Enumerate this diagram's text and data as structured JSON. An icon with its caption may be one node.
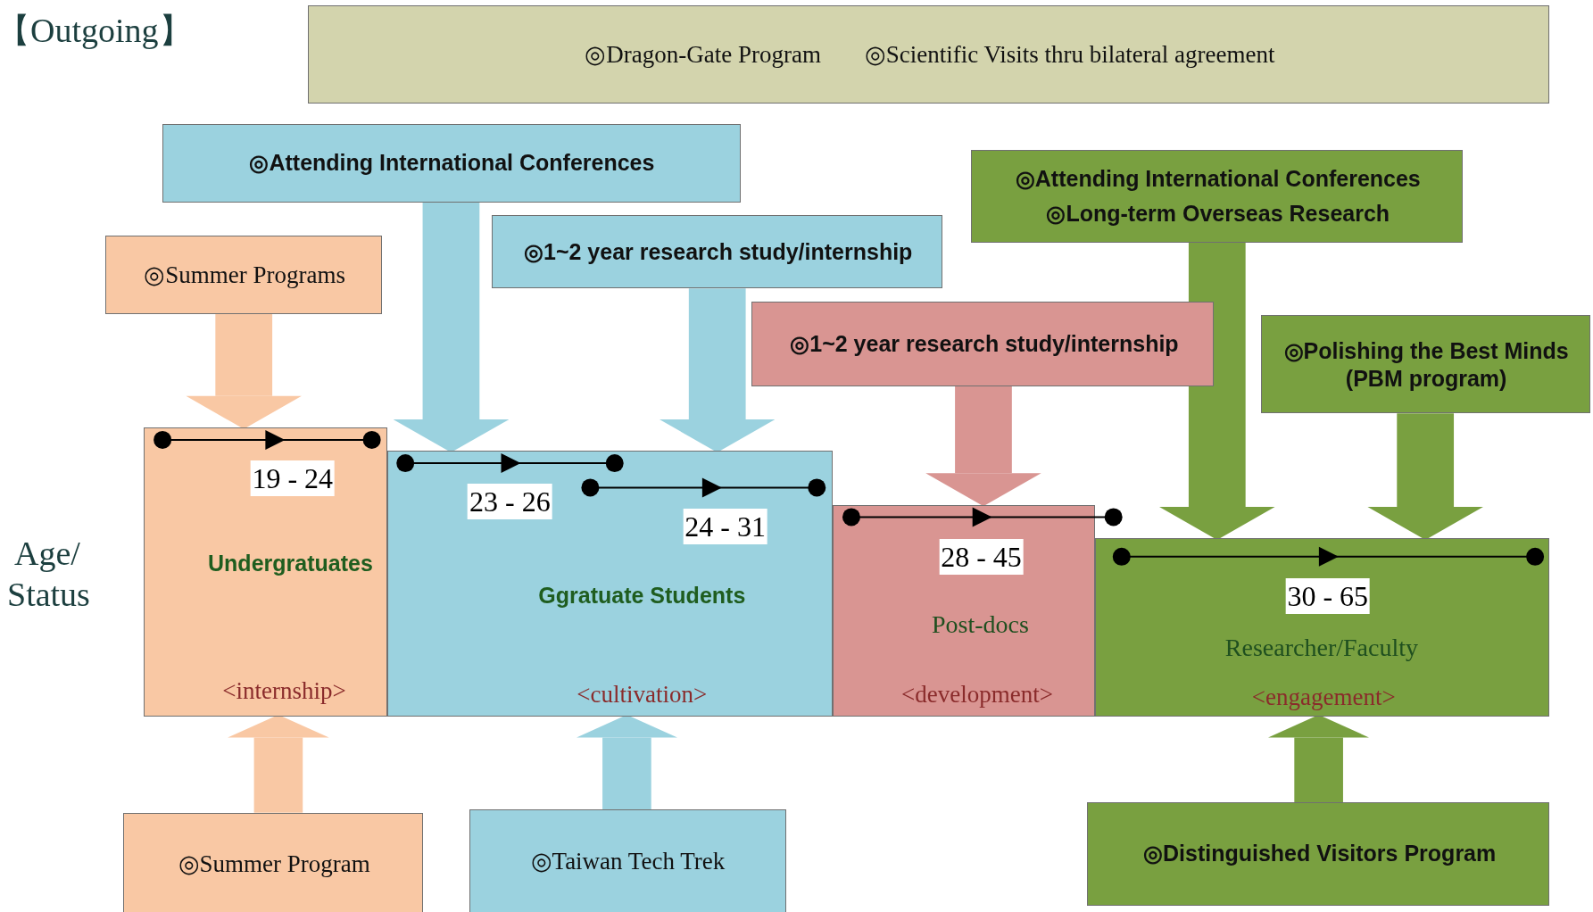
{
  "diagram": {
    "nodes": [
      {
        "text": [
          "◎Dragon-Gate Program",
          "◎Scientific Visits thru bilateral agreement"
        ]
      },
      {
        "text": [
          "◎Attending International Conferences"
        ]
      },
      {
        "text": [
          "◎1~2 year research study/internship"
        ]
      },
      {
        "text": [
          "◎Summer Programs"
        ]
      },
      {
        "text": [
          "◎Attending International Conferences",
          "◎Long-term Overseas Research"
        ]
      },
      {
        "text": [
          "◎1~2 year research study/internship"
        ]
      },
      {
        "text": [
          "◎Polishing the Best Minds (PBM program)"
        ]
      },
      {
        "text": [
          "19 - 24",
          "Undergratuates",
          "<internship>"
        ]
      },
      {
        "text": [
          "23 - 26",
          "24 - 31",
          "Ggratuate Students",
          "<cultivation>"
        ]
      },
      {
        "text": [
          "28 - 45",
          "Post-docs",
          "<development>"
        ]
      },
      {
        "text": [
          "30 - 65",
          "Researcher/Faculty",
          "<engagement>"
        ]
      },
      {
        "text": [
          "◎Summer Program"
        ]
      },
      {
        "text": [
          "◎Taiwan Tech Trek"
        ]
      },
      {
        "text": [
          "◎Distinguished Visitors Program"
        ]
      }
    ],
    "edges": [
      {
        "from": 3,
        "to": 7,
        "arrow": "to",
        "color": "#f9c8a4"
      },
      {
        "from": 1,
        "to": 8,
        "arrow": "to",
        "color": "#9bd2df"
      },
      {
        "from": 2,
        "to": 8,
        "arrow": "to",
        "color": "#9bd2df"
      },
      {
        "from": 5,
        "to": 9,
        "arrow": "to",
        "color": "#d99592"
      },
      {
        "from": 4,
        "to": 10,
        "arrow": "to",
        "color": "#79a040"
      },
      {
        "from": 6,
        "to": 10,
        "arrow": "to",
        "color": "#79a040"
      },
      {
        "from": 11,
        "to": 7,
        "arrow": "to",
        "color": "#f9c8a4"
      },
      {
        "from": 12,
        "to": 8,
        "arrow": "to",
        "color": "#9bd2df"
      },
      {
        "from": 13,
        "to": 10,
        "arrow": "to",
        "color": "#79a040"
      }
    ],
    "labels": [
      "【Outgoing】",
      "Age/ Status"
    ]
  }
}
